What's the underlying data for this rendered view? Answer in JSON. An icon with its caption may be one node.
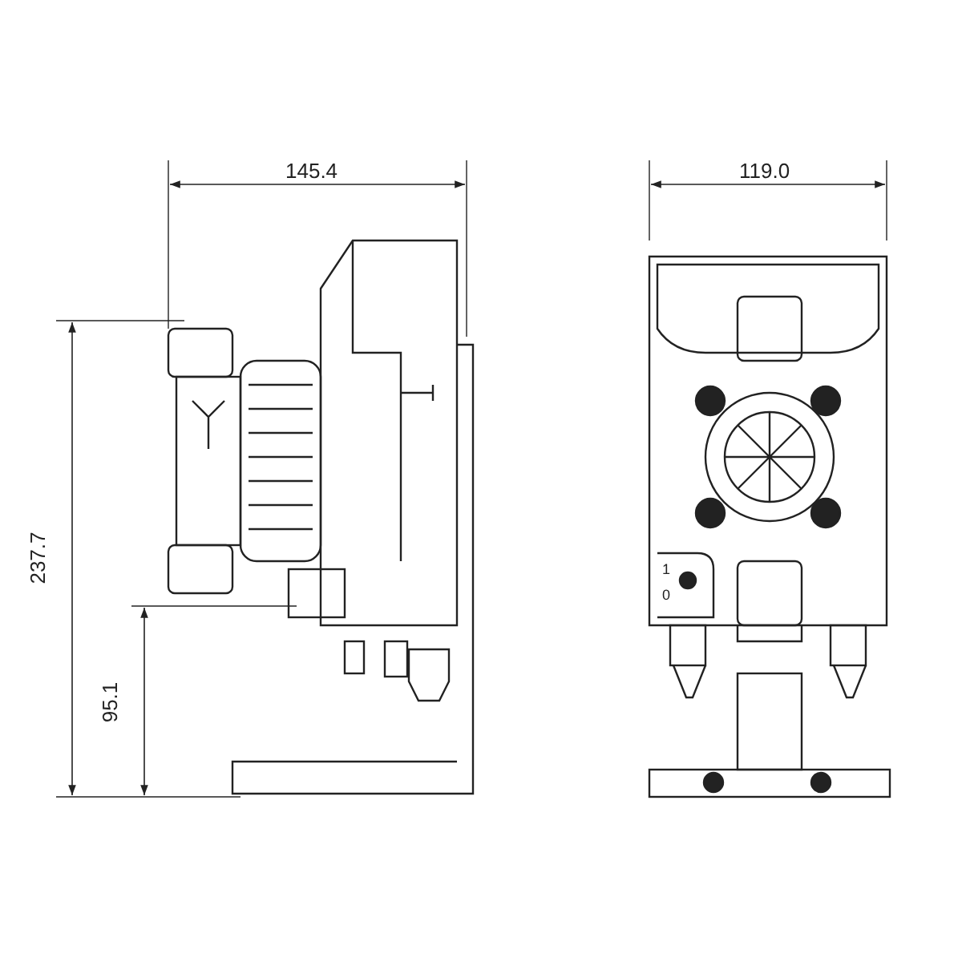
{
  "diagram": {
    "labels": [
      "145.4",
      "119.0",
      "237.7",
      "95.1",
      "1",
      "0"
    ]
  }
}
